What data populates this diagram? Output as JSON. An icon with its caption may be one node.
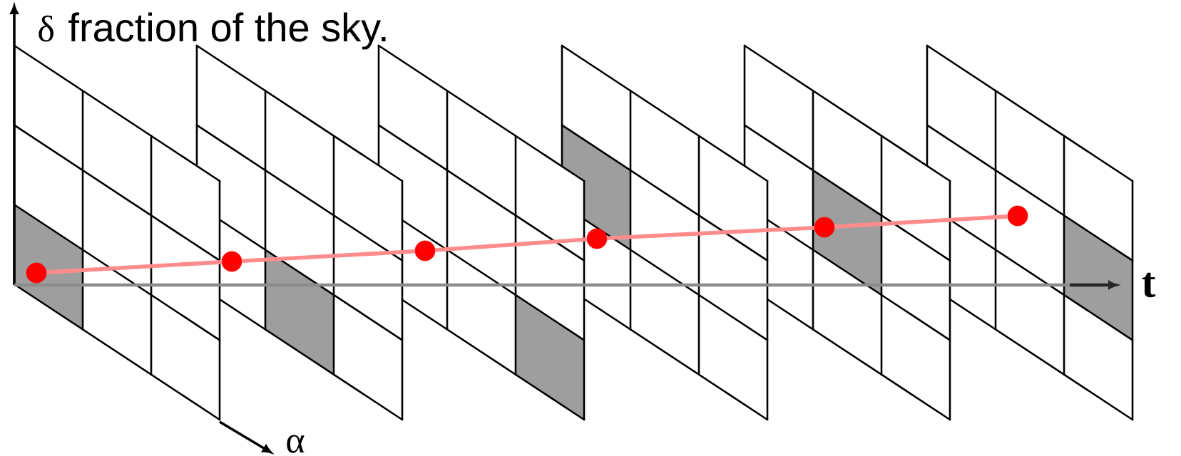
{
  "diagram": {
    "nodes": [
      {
        "text": [],
        "shape": "circle"
      },
      {
        "text": [],
        "shape": "circle"
      },
      {
        "text": [],
        "shape": "circle"
      },
      {
        "text": [],
        "shape": "circle"
      },
      {
        "text": [],
        "shape": "circle"
      },
      {
        "text": [],
        "shape": "circle"
      }
    ],
    "edges": [
      {
        "from": 0,
        "to": 1,
        "arrow": "none"
      },
      {
        "from": 1,
        "to": 2,
        "arrow": "none"
      },
      {
        "from": 2,
        "to": 3,
        "arrow": "none"
      },
      {
        "from": 3,
        "to": 4,
        "arrow": "none"
      },
      {
        "from": 4,
        "to": 5,
        "arrow": "none"
      }
    ],
    "labels": [
      "fraction of the sky.",
      "δ",
      "α",
      "t"
    ]
  }
}
